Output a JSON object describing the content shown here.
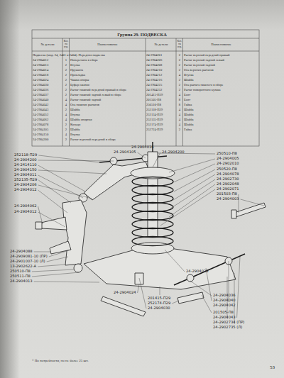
{
  "diagram": {
    "title": "Группа 29. ПОДВЕСКА",
    "labels": [
      "№ детали",
      "Кол. на изд.",
      "Наименование",
      "№ детали",
      "Кол. на изд.",
      "Наименование",
      "Подвеска (мод. 24, 2401 и 2404). Передняя подвеска",
      "24-2904012",
      "1",
      "Поперечина в сборе",
      "24-2904013",
      "2",
      "Втулка",
      "24-2904014",
      "2",
      "Пружина",
      "24-2904018",
      "2",
      "Прокладка",
      "24-2904024",
      "2",
      "Чашка опоры",
      "24-2904030",
      "2",
      "Буфер сжатия",
      "24-2904036",
      "2",
      "Рычаг нижний передний правый в сборе",
      "24-2904037",
      "2",
      "Рычаг нижний задний левый в сборе",
      "24-2904040",
      "4",
      "Рычаг нижний задний",
      "24-2904042",
      "4",
      "Ось нижних рычагов",
      "24-2904043",
      "2",
      "Шайба",
      "24-2904052",
      "4",
      "Втулка",
      "24-2904062",
      "4",
      "Шайба опорная",
      "24-2904078",
      "2",
      "Кольцо",
      "24-2904105",
      "2",
      "Шайба",
      "24-2904150",
      "4",
      "Втулка",
      "24-2904200",
      "2",
      "Рычаг верхний передний в сборе",
      "24-2904201",
      "2",
      "Рычаг верхний передний правый",
      "24-2904206",
      "2",
      "Рычаг верхний задний левый",
      "24-2904208",
      "2",
      "Рычаг верхний задний",
      "24-2904210",
      "2",
      "Ось верхних рычагов",
      "24-2904212",
      "4",
      "Втулка",
      "24-2904216",
      "2",
      "Шайба",
      "24-2904225",
      "2",
      "Ось рычага нижнего в сборе",
      "24-2904232",
      "2",
      "Рычаг поворотного кулака",
      "201415-П29",
      "4",
      "Болт",
      "201505-П8",
      "8",
      "Болт",
      "250510-П8",
      "8",
      "Гайка",
      "252118-П29",
      "4",
      "Шайба",
      "252134-П29",
      "4",
      "Шайба",
      "252135-П29",
      "4",
      "Шайба",
      "252174-П29",
      "4",
      "Шайба",
      "252724-П29",
      "2",
      "Гайка",
      "252118-П29",
      "24-2904200",
      "24-2414110",
      "24-2904150",
      "24-2904011",
      "252135-П29",
      "24-2904206",
      "24-2904012",
      "24-2904062",
      "24-2904012",
      "24-2904088",
      "24-2909081-10 (ПР)",
      "24-2901007-10 (Л)",
      "13-2902622-А",
      "250510-П8",
      "250511-П8",
      "24-2904013",
      "24-2904016",
      "24-2904105",
      "24-2904200",
      "250510-П8",
      "24-2904005",
      "24-2902010",
      "250520-П8",
      "24-2904078",
      "24-2902730",
      "24-2902048",
      "24-2902071",
      "201503-П8",
      "24-2904003",
      "24-2904024",
      "201415-П29",
      "252174-П29",
      "24-2904030",
      "24-2904023",
      "24-2904036",
      "24-2904040",
      "24-2904042",
      "201505-П8",
      "24-2904043",
      "24-2902734 (ПР)",
      "24-2902735 (Л)",
      "* По потребности, но не более 25 шт.",
      "53"
    ]
  }
}
